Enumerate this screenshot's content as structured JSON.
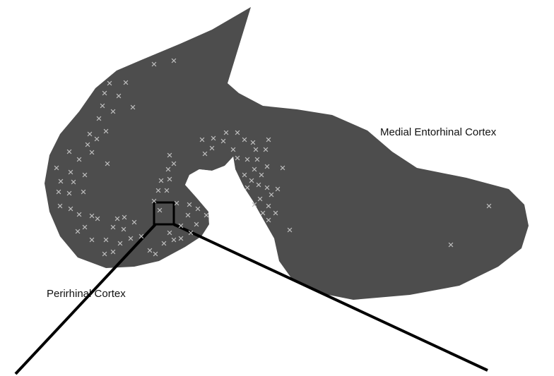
{
  "labels": {
    "medial_entorhinal": "Medial Entorhinal Cortex",
    "perirhinal": "Perirhinal Cortex"
  },
  "colors": {
    "tissue": "#4d4d4d",
    "marker": "#bdbdbd",
    "background": "#ffffff",
    "line": "#000000"
  },
  "marker_symbol": "x"
}
